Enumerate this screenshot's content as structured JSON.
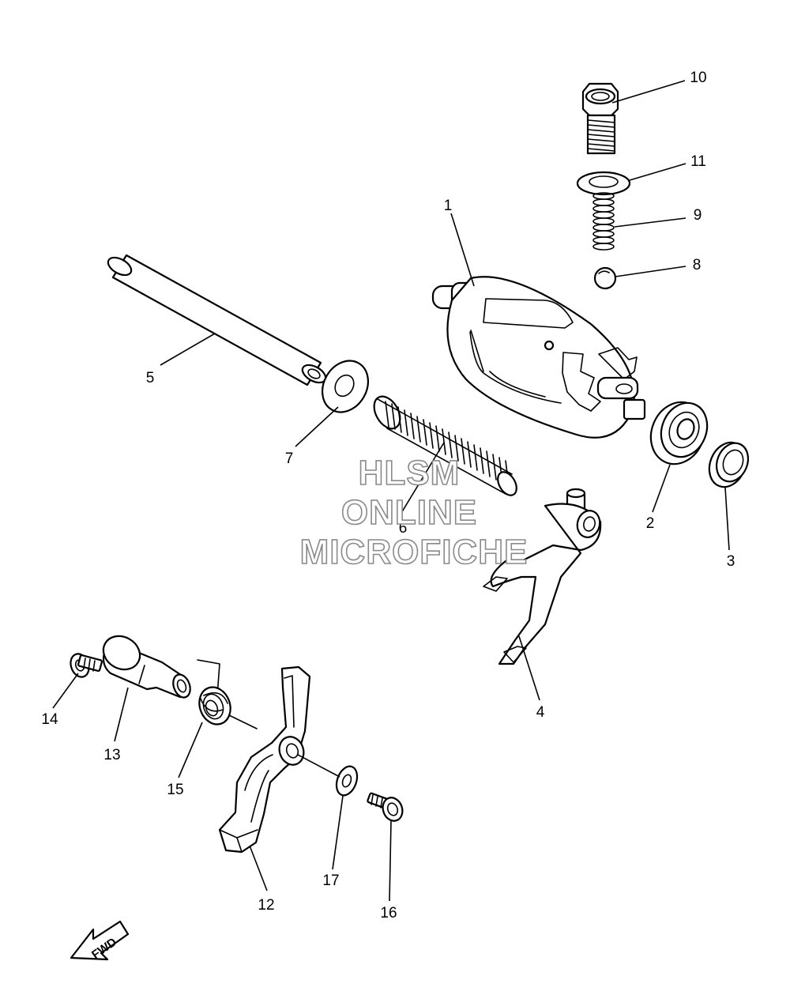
{
  "callouts": {
    "c1": "1",
    "c2": "2",
    "c3": "3",
    "c4": "4",
    "c5": "5",
    "c6": "6",
    "c7": "7",
    "c8": "8",
    "c9": "9",
    "c10": "10",
    "c11": "11",
    "c12": "12",
    "c13": "13",
    "c14": "14",
    "c15": "15",
    "c16": "16",
    "c17": "17"
  },
  "watermark": {
    "line1": "HLSM",
    "line2": "ONLINE",
    "line3": "MICROFICHE"
  },
  "direction_marker": {
    "label": "FWD"
  }
}
